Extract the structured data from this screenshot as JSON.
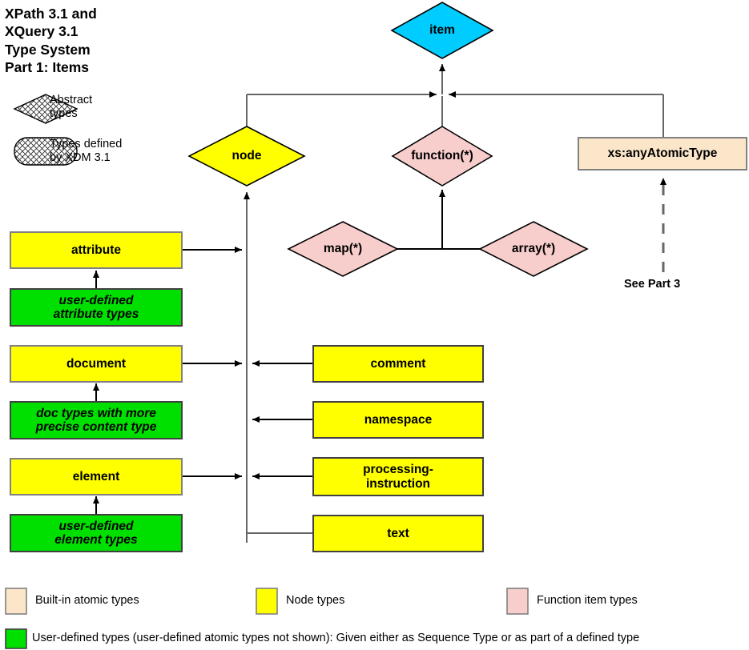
{
  "title": {
    "text": "XPath 3.1 and\nXQuery 3.1\nType System\nPart 1: Items"
  },
  "key": {
    "abstract": "Abstract\ntypes",
    "xdm": "Types defined\nby XDM 3.1"
  },
  "colors": {
    "item": "#00CCFF",
    "node": "#FFFF00",
    "function": "#F8CECC",
    "atomic": "#FCE6CA",
    "userdefined": "#00E000",
    "line": "#666666",
    "arrow": "#000000",
    "border": "#808080",
    "borderDark": "#404040"
  },
  "nodes": {
    "item": "item",
    "node": "node",
    "function": "function(*)",
    "map": "map(*)",
    "array": "array(*)",
    "anyAtomicType": "xs:anyAtomicType",
    "attribute": "attribute",
    "document": "document",
    "element": "element",
    "comment": "comment",
    "namespace": "namespace",
    "processing_instruction": "processing-\ninstruction",
    "text": "text",
    "ud_attribute": "user-defined\nattribute types",
    "ud_document": "doc types with more\nprecise content type",
    "ud_element": "user-defined\nelement types"
  },
  "annotations": {
    "see_part_3": "See Part 3"
  },
  "legend": {
    "row1": [
      {
        "label": "Built-in atomic types",
        "color": "#FCE6CA"
      },
      {
        "label": "Node types",
        "color": "#FFFF00"
      },
      {
        "label": "Function item types",
        "color": "#F8CECC"
      }
    ],
    "row2": {
      "label": "User-defined types (user-defined atomic types not shown):  Given either as Sequence Type or as part of a defined type",
      "color": "#00E000"
    }
  }
}
